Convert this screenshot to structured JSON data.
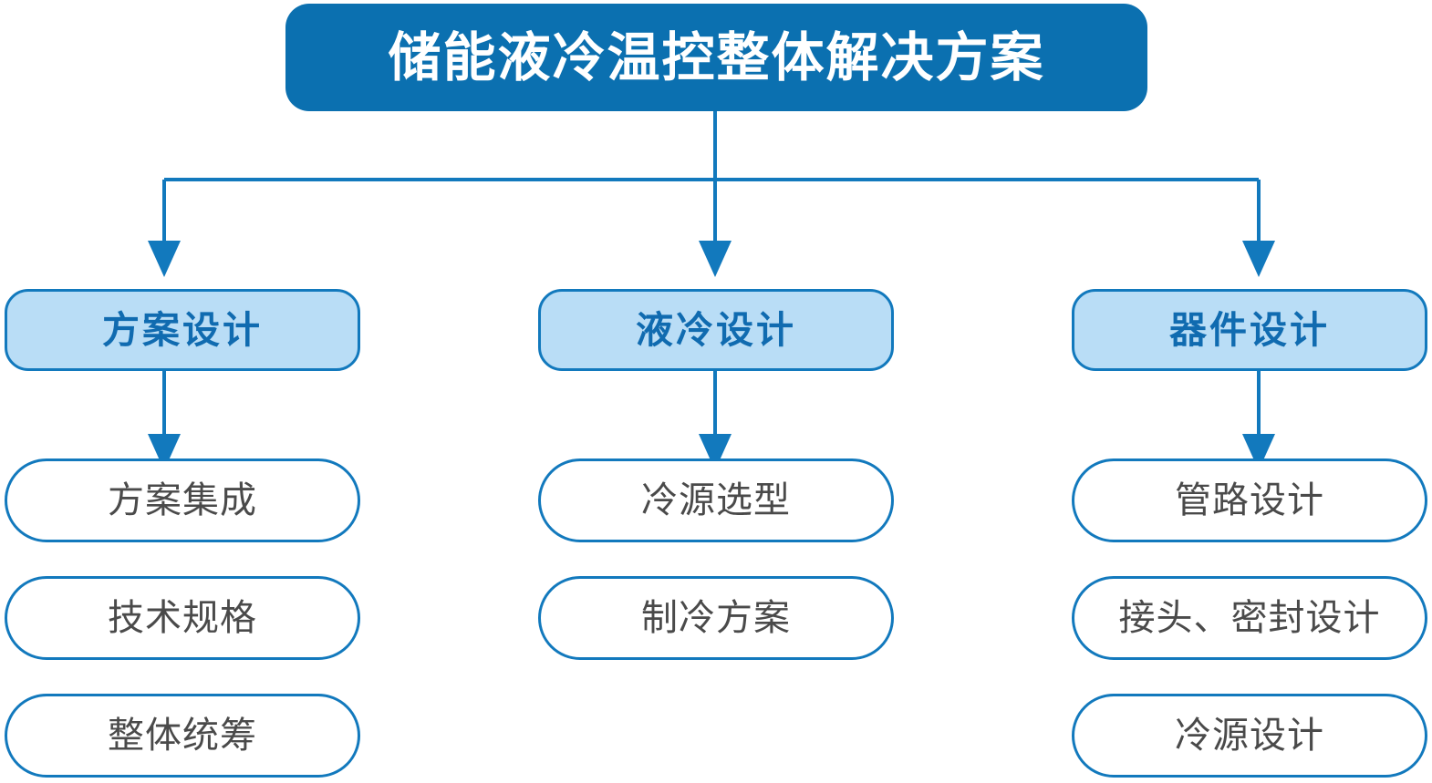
{
  "diagram": {
    "title": "储能液冷温控整体解决方案",
    "colors": {
      "title_fill": "#0B70B0",
      "title_text": "#FFFFFF",
      "category_fill": "#B9DDF6",
      "category_border": "#1279BD",
      "category_text": "#106BB0",
      "leaf_fill": "#FFFFFF",
      "leaf_border": "#1279BD",
      "leaf_text": "#4A4A4A",
      "connector": "#1279BD"
    },
    "columns": [
      {
        "category": "方案设计",
        "leaves": [
          {
            "label": "方案集成"
          },
          {
            "label": "技术规格"
          },
          {
            "label": "整体统筹"
          }
        ]
      },
      {
        "category": "液冷设计",
        "leaves": [
          {
            "label": "冷源选型"
          },
          {
            "label": "制冷方案"
          }
        ]
      },
      {
        "category": "器件设计",
        "leaves": [
          {
            "label": "管路设计"
          },
          {
            "label": "接头、密封设计"
          },
          {
            "label": "冷源设计"
          }
        ]
      }
    ]
  }
}
